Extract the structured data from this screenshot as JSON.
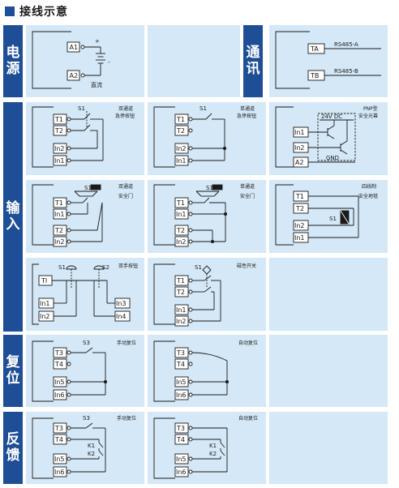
{
  "title": "接线示意",
  "categories": [
    {
      "id": "power",
      "label": "电源"
    },
    {
      "id": "comm",
      "label": "通讯"
    },
    {
      "id": "input",
      "label": "输入"
    },
    {
      "id": "reset",
      "label": "复位"
    },
    {
      "id": "feedback",
      "label": "反馈"
    }
  ],
  "labels": {
    "A1": "A1",
    "A2": "A2",
    "plus": "+",
    "minus": "-",
    "dc": "直流",
    "TA": "TA",
    "TB": "TB",
    "rs485a": "RS485-A",
    "rs485b": "RS485-B",
    "T1": "T1",
    "T2": "T2",
    "T3": "T3",
    "T4": "T4",
    "TI": "TI",
    "In1": "In1",
    "In2": "In2",
    "In3": "In3",
    "In4": "In4",
    "In5": "In5",
    "In6": "In6",
    "S1": "S1",
    "S2": "S2",
    "S3": "S3",
    "K1": "K1",
    "K2": "K2",
    "v24": "24V DC",
    "gnd": "GND"
  },
  "captions": {
    "dual_estop": [
      "双通道",
      "急停按钮"
    ],
    "single_estop": [
      "单通道",
      "急停按钮"
    ],
    "pnp_curtain": [
      "PNP型",
      "安全光幕"
    ],
    "dual_door": [
      "双通道",
      "安全门"
    ],
    "single_door": [
      "单通道",
      "安全门"
    ],
    "four_wire_mat": [
      "四线制",
      "安全地毯"
    ],
    "two_hand": [
      "双手按钮"
    ],
    "magnetic": [
      "磁性开关"
    ],
    "manual_reset": [
      "手动复位"
    ],
    "auto_reset": [
      "自动复位"
    ]
  }
}
